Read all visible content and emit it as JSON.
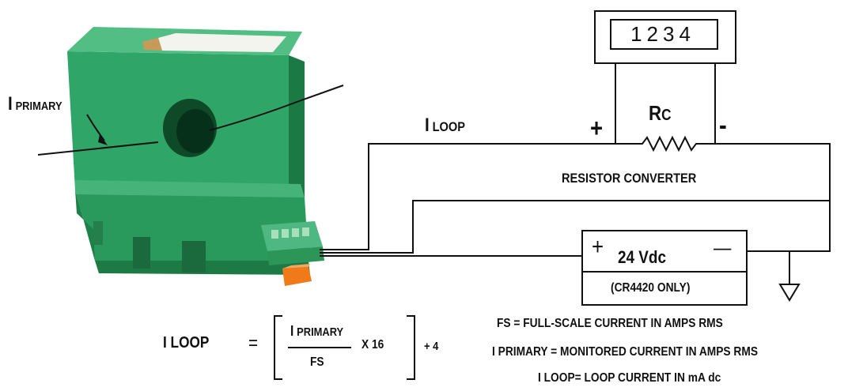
{
  "meter": {
    "display": "1234"
  },
  "labels": {
    "i_primary_main": "I",
    "i_primary_sub": "PRIMARY",
    "i_loop_main": "I",
    "i_loop_sub": "LOOP",
    "rc_main": "R",
    "rc_sub": "C",
    "plus": "+",
    "minus": "-",
    "resistor_converter": "RESISTOR CONVERTER",
    "supply_plus": "+",
    "supply_minus": "—",
    "supply_voltage": "24 Vdc",
    "supply_note": "(CR4420 ONLY)"
  },
  "formula": {
    "lhs": "I LOOP",
    "equals": "=",
    "numerator_main": "I",
    "numerator_sub": "PRIMARY",
    "denominator": "FS",
    "multiplier": "X 16",
    "offset": "+ 4"
  },
  "legend": [
    "FS = FULL-SCALE CURRENT IN AMPS RMS",
    "I PRIMARY = MONITORED CURRENT IN AMPS RMS",
    "I LOOP= LOOP CURRENT IN mA dc"
  ],
  "colors": {
    "sensor_green": "#2fa567",
    "sensor_dark": "#1d7a45",
    "sensor_light": "#5cc38a",
    "terminal_orange": "#f07a1a",
    "line": "#111111"
  }
}
